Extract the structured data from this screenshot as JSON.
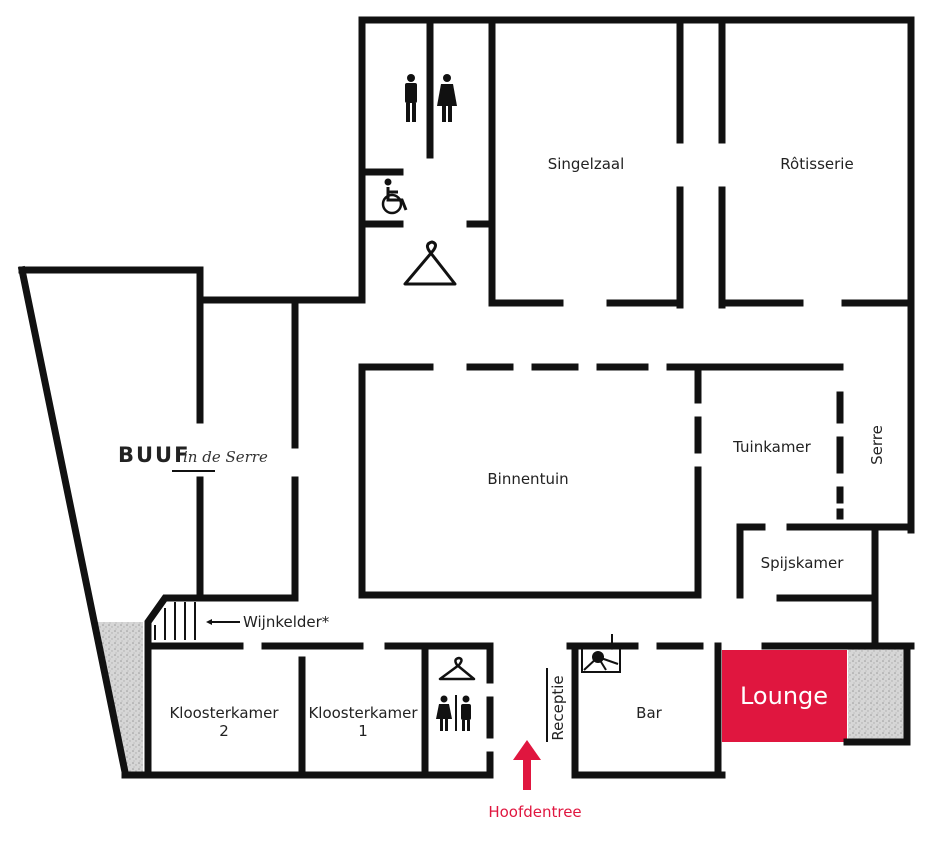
{
  "rooms": {
    "singelzaal": "Singelzaal",
    "rotisserie": "Rôtisserie",
    "binnentuin": "Binnentuin",
    "tuinkamer": "Tuinkamer",
    "serre": "Serre",
    "spijskamer": "Spijskamer",
    "kloosterkamer2_a": "Kloosterkamer",
    "kloosterkamer2_b": "2",
    "kloosterkamer1_a": "Kloosterkamer",
    "kloosterkamer1_b": "1",
    "bar": "Bar",
    "receptie": "Receptie",
    "lounge": "Lounge",
    "wijnkelder": "Wijnkelder*"
  },
  "logo": {
    "main": "BUUF",
    "script": "in de Serre"
  },
  "entrance": {
    "label": "Hoofdentree"
  },
  "icons": [
    "toilet-icon",
    "wheelchair-icon",
    "coat-hanger-icon",
    "stairs-icon",
    "arrow-up-icon"
  ],
  "colors": {
    "accent": "#e0163f",
    "wall": "#111111",
    "hatch": "#cfcfcf"
  }
}
